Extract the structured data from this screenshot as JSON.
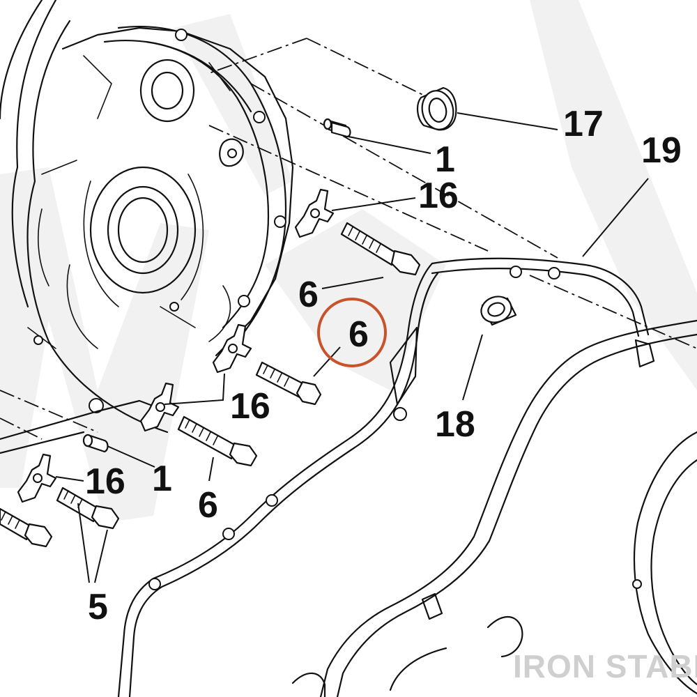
{
  "callouts": [
    {
      "id": "c17",
      "text": "17"
    },
    {
      "id": "c19",
      "text": "19"
    },
    {
      "id": "c1a",
      "text": "1"
    },
    {
      "id": "c16a",
      "text": "16"
    },
    {
      "id": "c6a",
      "text": "6"
    },
    {
      "id": "c6b",
      "text": "6"
    },
    {
      "id": "c16b",
      "text": "16"
    },
    {
      "id": "c18",
      "text": "18"
    },
    {
      "id": "c16c",
      "text": "16"
    },
    {
      "id": "c1b",
      "text": "1"
    },
    {
      "id": "c6c",
      "text": "6"
    },
    {
      "id": "c5",
      "text": "5"
    }
  ],
  "highlight": {
    "callout": "c6b",
    "color": "#c8532a"
  },
  "watermark": {
    "text": "IRON STABLE"
  }
}
